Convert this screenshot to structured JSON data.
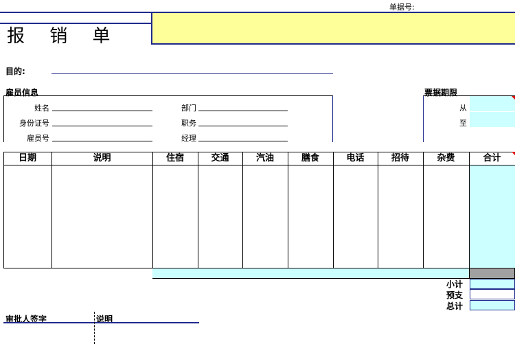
{
  "header": {
    "doc_number_label": "单据号:",
    "title": "报 销 单"
  },
  "purpose": {
    "label": "目的:"
  },
  "employee": {
    "heading": "雇员信息",
    "name_label": "姓名",
    "id_label": "身份证号",
    "emp_no_label": "雇员号",
    "dept_label": "部门",
    "position_label": "职务",
    "manager_label": "经理"
  },
  "period": {
    "heading": "票据期限",
    "from_label": "从",
    "to_label": "至"
  },
  "table": {
    "headers": [
      "日期",
      "说明",
      "住宿",
      "交通",
      "汽油",
      "膳食",
      "电话",
      "招待",
      "杂费",
      "合计"
    ]
  },
  "summary": {
    "subtotal_label": "小计",
    "advance_label": "预支",
    "total_label": "总计"
  },
  "approval": {
    "approver_label": "审批人签字",
    "note_label": "说明"
  },
  "colors": {
    "accent_blue": "#1f2a8c",
    "title_band": "#ffff99",
    "input_cell": "#ccffff",
    "total_gray": "#a0a0a0"
  }
}
